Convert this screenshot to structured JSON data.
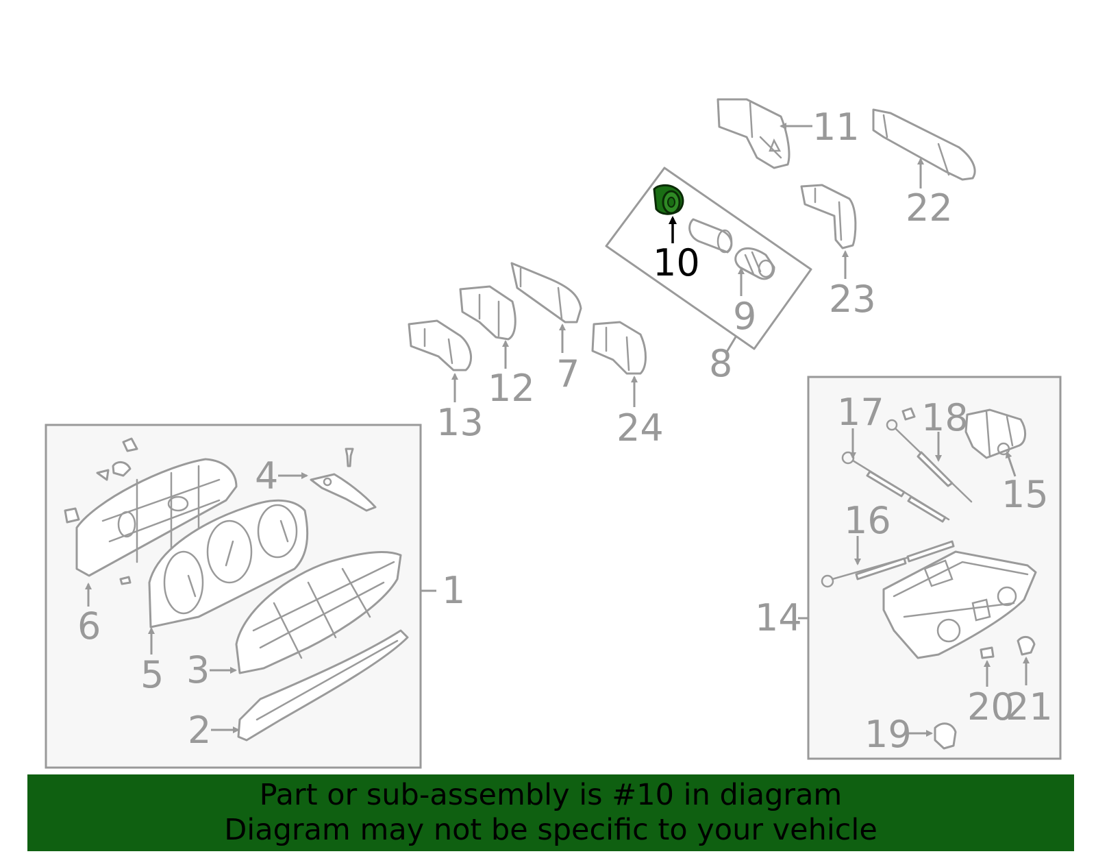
{
  "colors": {
    "footer_bg": "#0f6011",
    "highlight_part": "#1a6e14",
    "line_gray": "#999999",
    "box_fill": "#f7f7f7"
  },
  "labels": {
    "l1": "1",
    "l2": "2",
    "l3": "3",
    "l4": "4",
    "l5": "5",
    "l6": "6",
    "l7": "7",
    "l8": "8",
    "l9": "9",
    "l10": "10",
    "l11": "11",
    "l12": "12",
    "l13": "13",
    "l14": "14",
    "l15": "15",
    "l16": "16",
    "l17": "17",
    "l18": "18",
    "l19": "19",
    "l20": "20",
    "l21": "21",
    "l22": "22",
    "l23": "23",
    "l24": "24"
  },
  "highlighted_part": "10",
  "footer": {
    "line1": "Part or sub-assembly is #10 in diagram",
    "line2": "Diagram may not be specific to your vehicle"
  }
}
